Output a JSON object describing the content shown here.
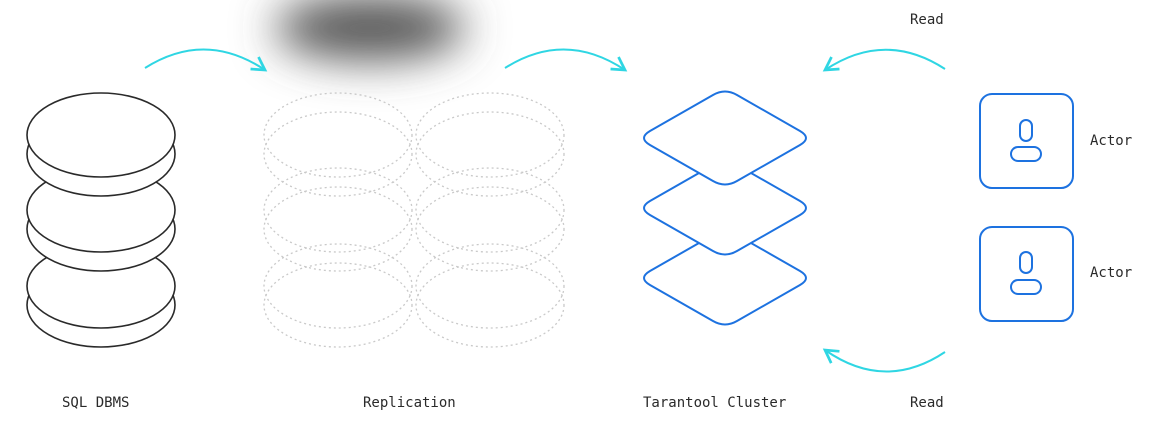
{
  "labels": {
    "sql": "SQL DBMS",
    "replication": "Replication",
    "cluster": "Tarantool Cluster",
    "read_top": "Read",
    "read_bottom": "Read",
    "actor_1": "Actor",
    "actor_2": "Actor"
  },
  "colors": {
    "arrow": "#2fd6e3",
    "cluster": "#1d72e0",
    "sql_stroke": "#2a2a2a",
    "replica_stroke": "#c9c9c9"
  }
}
